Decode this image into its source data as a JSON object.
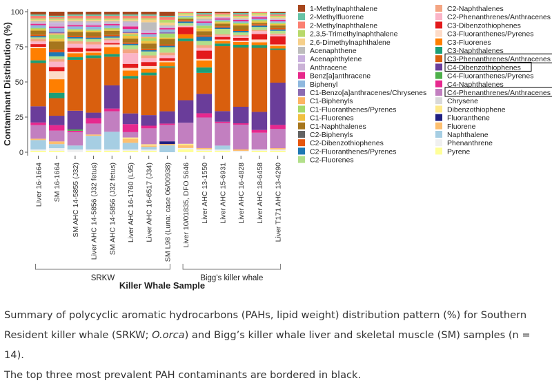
{
  "chart_data": {
    "type": "bar",
    "stacked": true,
    "ylabel": "Contaminant Distribution (%)",
    "xlabel": "Killer Whale Sample",
    "ylim": [
      0,
      100
    ],
    "yticks": [
      0,
      25,
      50,
      75,
      100
    ],
    "grid": false,
    "legend_placement": "right",
    "categories": [
      "Liver 16-1664",
      "SM 16-1664",
      "SM AHC 14-5855 (J32)",
      "Liver AHC 14-5856 (J32 fetus)",
      "SM AHC 14-5856 (J32 fetus)",
      "Liver AHC 16-1760 (L95)",
      "Liver AHC 16-6517 (J34)",
      "SM L98 (Luna: case 06/00938)",
      "Liver 10/01835, DFO 5646",
      "Liver AHC 13-1550",
      "Liver AHC 15-6931",
      "Liver AHC 16-4828",
      "Liver AHC 18-6458",
      "Liver T171 AHC 13-4290"
    ],
    "groups": [
      {
        "label": "SRKW",
        "from": 0,
        "to": 7
      },
      {
        "label": "Bigg's killer whale",
        "from": 8,
        "to": 13
      }
    ],
    "series": [
      {
        "name": "Pyrene",
        "color": "#ffff99",
        "values": [
          1,
          1,
          0,
          1,
          1,
          1,
          1,
          0,
          2,
          1,
          1,
          0,
          1,
          1
        ]
      },
      {
        "name": "Phenanthrene",
        "color": "#f0f0f0",
        "values": [
          1,
          2,
          2,
          1,
          1,
          1,
          1,
          0,
          1,
          1,
          1,
          1,
          1,
          1
        ]
      },
      {
        "name": "Naphthalene",
        "color": "#a6cee3",
        "values": [
          7,
          3,
          3,
          10,
          13,
          5,
          2,
          5,
          0,
          0,
          3,
          0,
          0,
          0
        ]
      },
      {
        "name": "Fluorene",
        "color": "#fdbf6f",
        "values": [
          1,
          2,
          0,
          1,
          0,
          3,
          1,
          1,
          2,
          1,
          0,
          1,
          0,
          1
        ]
      },
      {
        "name": "Fluoranthene",
        "color": "#1f1f80",
        "values": [
          0,
          0,
          0,
          0,
          0,
          0,
          0,
          2,
          0,
          0,
          0,
          0,
          0,
          0
        ]
      },
      {
        "name": "Dibenzothiophene",
        "color": "#ffe98a",
        "values": [
          0,
          0,
          0,
          0,
          0,
          1,
          1,
          0,
          1,
          0,
          0,
          0,
          0,
          0
        ]
      },
      {
        "name": "Chrysene",
        "color": "#d9d9d9",
        "values": [
          0,
          0,
          0,
          0,
          0,
          0,
          0,
          0,
          0,
          0,
          0,
          0,
          0,
          0
        ]
      },
      {
        "name": "C4-Phenanthrenes/Anthracenes",
        "color": "#c27fc0",
        "values": [
          10,
          8,
          10,
          8,
          15,
          4,
          12,
          12,
          15,
          22,
          17,
          18,
          12,
          14
        ]
      },
      {
        "name": "C4-Naphthalenes",
        "color": "#e6288e",
        "values": [
          2,
          4,
          1,
          4,
          2,
          6,
          2,
          1,
          0,
          3,
          1,
          1,
          2,
          3
        ]
      },
      {
        "name": "C4-Fluoranthenes/Pyrenes",
        "color": "#4daf4a",
        "values": [
          0,
          0,
          1,
          0,
          0,
          0,
          0,
          0,
          0,
          0,
          0,
          0,
          0,
          0
        ]
      },
      {
        "name": "C4-Dibenzothiophenes",
        "color": "#6a3d9a",
        "values": [
          12,
          7,
          14,
          4,
          17,
          8,
          8,
          9,
          16,
          14,
          8,
          12,
          13,
          31
        ]
      },
      {
        "name": "C3-Phenanthrenes/Anthracenes",
        "color": "#d95f0e",
        "values": [
          32,
          13,
          38,
          40,
          21,
          26,
          30,
          32,
          42,
          15,
          49,
          43,
          46,
          24
        ]
      },
      {
        "name": "C3-Naphthalenes",
        "color": "#1b9e77",
        "values": [
          2,
          4,
          2,
          2,
          2,
          2,
          2,
          1,
          2,
          4,
          2,
          2,
          2,
          1
        ]
      },
      {
        "name": "C3-Fluorenes",
        "color": "#ff7f00",
        "values": [
          9,
          10,
          3,
          2,
          5,
          4,
          3,
          3,
          3,
          5,
          2,
          2,
          2,
          2
        ]
      },
      {
        "name": "C3-Fluoranthenes/Pyrenes",
        "color": "#fddbc7",
        "values": [
          1,
          6,
          1,
          1,
          2,
          2,
          2,
          1,
          0,
          1,
          1,
          1,
          2,
          1
        ]
      },
      {
        "name": "C3-Dibenzothiophenes",
        "color": "#e31a1c",
        "values": [
          2,
          3,
          3,
          2,
          1,
          3,
          3,
          2,
          5,
          6,
          2,
          2,
          4,
          6
        ]
      },
      {
        "name": "C2-Phenanthrenes/Anthracenes",
        "color": "#fbb4c7",
        "values": [
          2,
          4,
          3,
          3,
          2,
          8,
          3,
          2,
          1,
          2,
          1,
          1,
          2,
          1
        ]
      },
      {
        "name": "C2-Naphthalenes",
        "color": "#f4a582",
        "values": [
          2,
          2,
          2,
          2,
          1,
          3,
          2,
          2,
          0,
          2,
          1,
          1,
          1,
          1
        ]
      },
      {
        "name": "C2-Fluorenes",
        "color": "#b2df8a",
        "values": [
          1,
          2,
          2,
          2,
          1,
          3,
          3,
          4,
          2,
          3,
          4,
          2,
          2,
          2
        ]
      },
      {
        "name": "C2-Fluoranthenes/Pyrenes",
        "color": "#1f78b4",
        "values": [
          1,
          3,
          1,
          1,
          1,
          1,
          1,
          1,
          1,
          3,
          1,
          1,
          1,
          1
        ]
      },
      {
        "name": "C2-Dibenzothiophenes",
        "color": "#e6550d",
        "values": [
          1,
          2,
          1,
          1,
          1,
          1,
          1,
          1,
          1,
          1,
          1,
          1,
          1,
          1
        ]
      },
      {
        "name": "C2-Biphenyls",
        "color": "#636363",
        "values": [
          0,
          0,
          0,
          0,
          0,
          0,
          0,
          0,
          0,
          0,
          0,
          0,
          0,
          0
        ]
      },
      {
        "name": "C1-Naphthalenes",
        "color": "#a6761d",
        "values": [
          3,
          6,
          3,
          3,
          3,
          3,
          4,
          4,
          1,
          3,
          2,
          3,
          1,
          2
        ]
      },
      {
        "name": "C1-Fluorenes",
        "color": "#f0c040",
        "values": [
          1,
          2,
          1,
          1,
          1,
          2,
          2,
          1,
          0,
          2,
          1,
          1,
          1,
          1
        ]
      },
      {
        "name": "C1-Fluoranthenes/Pyrenes",
        "color": "#a6d96a",
        "values": [
          1,
          3,
          1,
          1,
          1,
          1,
          2,
          3,
          1,
          2,
          1,
          1,
          1,
          1
        ]
      },
      {
        "name": "C1-Biphenyls",
        "color": "#fdb462",
        "values": [
          0,
          1,
          0,
          0,
          0,
          1,
          1,
          0,
          0,
          0,
          0,
          0,
          0,
          0
        ]
      },
      {
        "name": "C1-Benzo[a]anthracenes/Chrysenes",
        "color": "#8c6bb1",
        "values": [
          0,
          1,
          0,
          0,
          0,
          1,
          0,
          1,
          0,
          0,
          0,
          0,
          0,
          0
        ]
      },
      {
        "name": "Biphenyl",
        "color": "#8fb8de",
        "values": [
          2,
          3,
          2,
          2,
          2,
          2,
          2,
          2,
          1,
          2,
          1,
          1,
          1,
          1
        ]
      },
      {
        "name": "Benz[a]anthracene",
        "color": "#e7298a",
        "values": [
          1,
          1,
          1,
          1,
          1,
          2,
          1,
          1,
          0,
          1,
          1,
          1,
          1,
          1
        ]
      },
      {
        "name": "Anthracene",
        "color": "#cab2d6",
        "values": [
          1,
          2,
          1,
          1,
          1,
          2,
          1,
          1,
          0,
          1,
          1,
          1,
          1,
          1
        ]
      },
      {
        "name": "Acenaphthylene",
        "color": "#c9b0de",
        "values": [
          0,
          1,
          1,
          1,
          0,
          1,
          1,
          0,
          0,
          0,
          0,
          0,
          0,
          0
        ]
      },
      {
        "name": "Acenaphthene",
        "color": "#bdbdbd",
        "values": [
          1,
          1,
          1,
          1,
          1,
          1,
          6,
          1,
          0,
          1,
          0,
          0,
          0,
          0
        ]
      },
      {
        "name": "2,6-Dimethylnaphthalene",
        "color": "#f6d08a",
        "values": [
          1,
          1,
          1,
          1,
          1,
          1,
          2,
          2,
          1,
          1,
          1,
          1,
          1,
          1
        ]
      },
      {
        "name": "2,3,5-Trimethylnaphthalene",
        "color": "#b8d96b",
        "values": [
          1,
          1,
          1,
          1,
          1,
          1,
          1,
          2,
          1,
          1,
          1,
          1,
          1,
          1
        ]
      },
      {
        "name": "2-Methylnaphthalene",
        "color": "#fb8072",
        "values": [
          2,
          1,
          2,
          2,
          2,
          2,
          2,
          2,
          1,
          1,
          1,
          1,
          1,
          1
        ]
      },
      {
        "name": "2-Methylfluorene",
        "color": "#66c2a5",
        "values": [
          1,
          1,
          1,
          1,
          1,
          1,
          1,
          1,
          0,
          1,
          0,
          1,
          0,
          1
        ]
      },
      {
        "name": "1-Methylnaphthalene",
        "color": "#a6461d",
        "values": [
          2,
          3,
          2,
          2,
          2,
          2,
          2,
          3,
          0,
          1,
          1,
          1,
          0,
          1
        ]
      }
    ],
    "legend": [
      "1-Methylnaphthalene",
      "2-Methylfluorene",
      "2-Methylnaphthalene",
      "2,3,5-Trimethylnaphthalene",
      "2,6-Dimethylnaphthalene",
      "Acenaphthene",
      "Acenaphthylene",
      "Anthracene",
      "Benz[a]anthracene",
      "Biphenyl",
      "C1-Benzo[a]anthracenes/Chrysenes",
      "C1-Biphenyls",
      "C1-Fluoranthenes/Pyrenes",
      "C1-Fluorenes",
      "C1-Naphthalenes",
      "C2-Biphenyls",
      "C2-Dibenzothiophenes",
      "C2-Fluoranthenes/Pyrenes",
      "C2-Fluorenes",
      "C2-Naphthalenes",
      "C2-Phenanthrenes/Anthracenes",
      "C3-Dibenzothiophenes",
      "C3-Fluoranthenes/Pyrenes",
      "C3-Fluorenes",
      "C3-Naphthalenes",
      "C3-Phenanthrenes/Anthracenes",
      "C4-Dibenzothiophenes",
      "C4-Fluoranthenes/Pyrenes",
      "C4-Naphthalenes",
      "C4-Phenanthrenes/Anthracenes",
      "Chrysene",
      "Dibenzothiophene",
      "Fluoranthene",
      "Fluorene",
      "Naphthalene",
      "Phenanthrene",
      "Pyrene"
    ],
    "highlighted": [
      "C3-Phenanthrenes/Anthracenes",
      "C4-Dibenzothiophenes",
      "C4-Phenanthrenes/Anthracenes"
    ]
  },
  "caption": {
    "line1": "Summary of polycyclic aromatic hydrocarbons (PAHs, lipid weight) distribution pattern (%) for Southern",
    "line2_pre": "Resident killer whale (SRKW; ",
    "line2_em": "O.orca",
    "line2_post": ") and Bigg’s killer whale liver and skeletal muscle (SM) samples (n = 14).",
    "line3": "The top three most prevalent PAH contaminants are bordered in black."
  }
}
